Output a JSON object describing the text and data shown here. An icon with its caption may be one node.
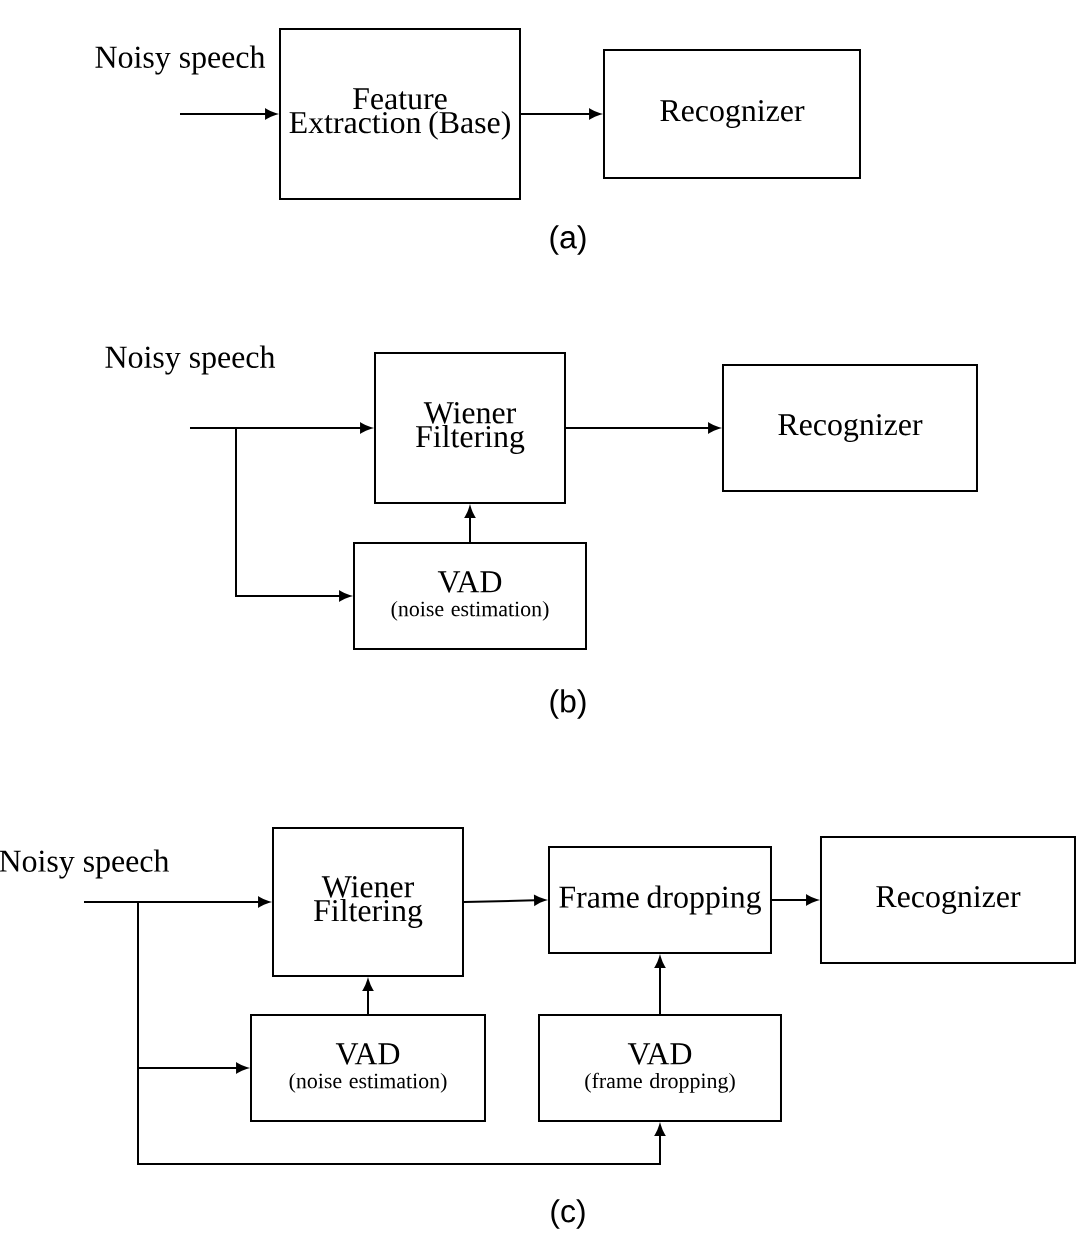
{
  "diagram": {
    "nodes": [
      {
        "text": [
          "Noisy speech"
        ]
      },
      {
        "text": [
          "Feature Extraction (Base)"
        ]
      },
      {
        "text": [
          "Recognizer"
        ]
      },
      {
        "text": [
          "Noisy speech"
        ]
      },
      {
        "text": [
          "Wiener Filtering"
        ]
      },
      {
        "text": [
          "Recognizer"
        ]
      },
      {
        "text": [
          "VAD",
          "(noise estimation)"
        ]
      },
      {
        "text": [
          "Noisy speech"
        ]
      },
      {
        "text": [
          "Wiener Filtering"
        ]
      },
      {
        "text": [
          "Frame dropping"
        ]
      },
      {
        "text": [
          "Recognizer"
        ]
      },
      {
        "text": [
          "VAD",
          "(noise estimation)"
        ]
      },
      {
        "text": [
          "VAD",
          "(frame dropping)"
        ]
      }
    ],
    "edges": [
      {
        "from": 0,
        "to": 1,
        "arrow": "to"
      },
      {
        "from": 1,
        "to": 2,
        "arrow": "to"
      },
      {
        "from": 3,
        "to": 4,
        "arrow": "to"
      },
      {
        "from": 3,
        "to": 6,
        "arrow": "to"
      },
      {
        "from": 6,
        "to": 4,
        "arrow": "to"
      },
      {
        "from": 4,
        "to": 5,
        "arrow": "to"
      },
      {
        "from": 7,
        "to": 8,
        "arrow": "to"
      },
      {
        "from": 7,
        "to": 11,
        "arrow": "to"
      },
      {
        "from": 7,
        "to": 12,
        "arrow": "to"
      },
      {
        "from": 11,
        "to": 8,
        "arrow": "to"
      },
      {
        "from": 8,
        "to": 9,
        "arrow": "to"
      },
      {
        "from": 12,
        "to": 9,
        "arrow": "to"
      },
      {
        "from": 9,
        "to": 10,
        "arrow": "to"
      }
    ],
    "labels": [
      "(a)",
      "(b)",
      "(c)"
    ]
  }
}
